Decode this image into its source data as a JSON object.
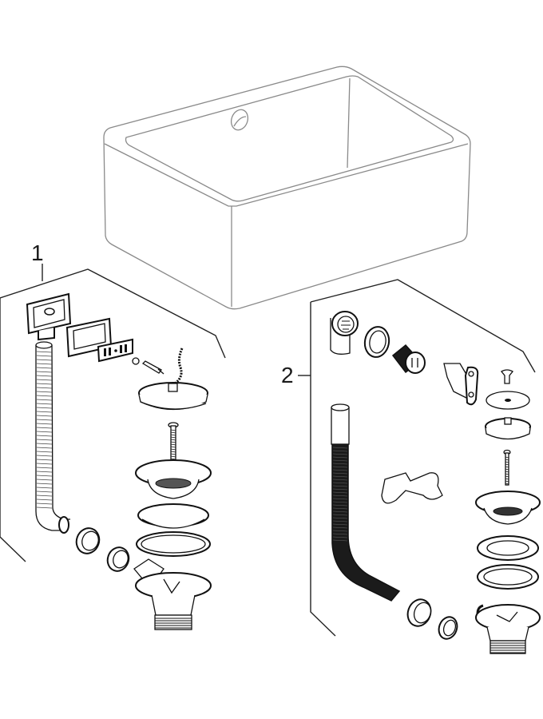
{
  "diagram": {
    "type": "exploded parts drawing",
    "subject": "ceramic kitchen sink with drain fittings",
    "callouts": [
      {
        "id": "1",
        "label": "1",
        "description": "waste set with plug and chain, rectangular overflow"
      },
      {
        "id": "2",
        "label": "2",
        "description": "waste set with strainer basket, round overflow"
      }
    ],
    "colors": {
      "line": "#222222",
      "sink_line": "#8a8a8a",
      "background": "#ffffff",
      "dark_part": "#1b1b1b"
    }
  }
}
